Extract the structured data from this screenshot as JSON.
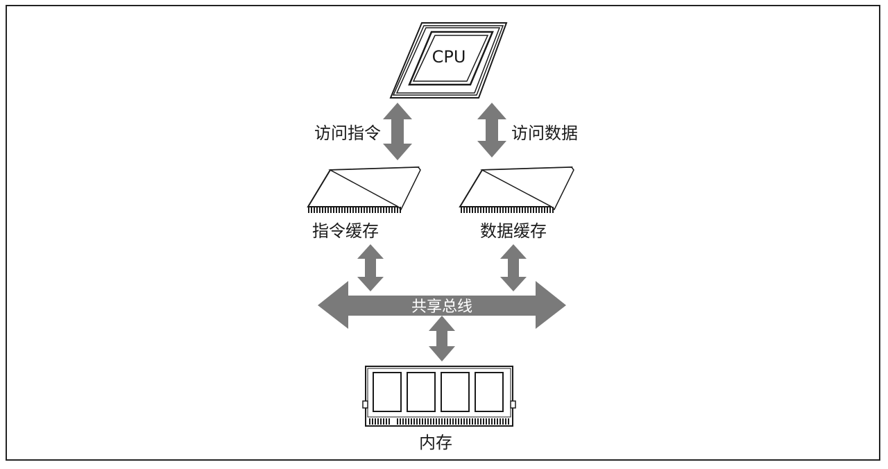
{
  "diagram": {
    "cpu_label": "CPU",
    "access_instruction_label": "访问指令",
    "access_data_label": "访问数据",
    "instruction_cache_label": "指令缓存",
    "data_cache_label": "数据缓存",
    "shared_bus_label": "共享总线",
    "memory_label": "内存",
    "colors": {
      "arrow": "#7a7a7a",
      "stroke": "#1a1a1a",
      "bus_text": "#ffffff"
    }
  }
}
